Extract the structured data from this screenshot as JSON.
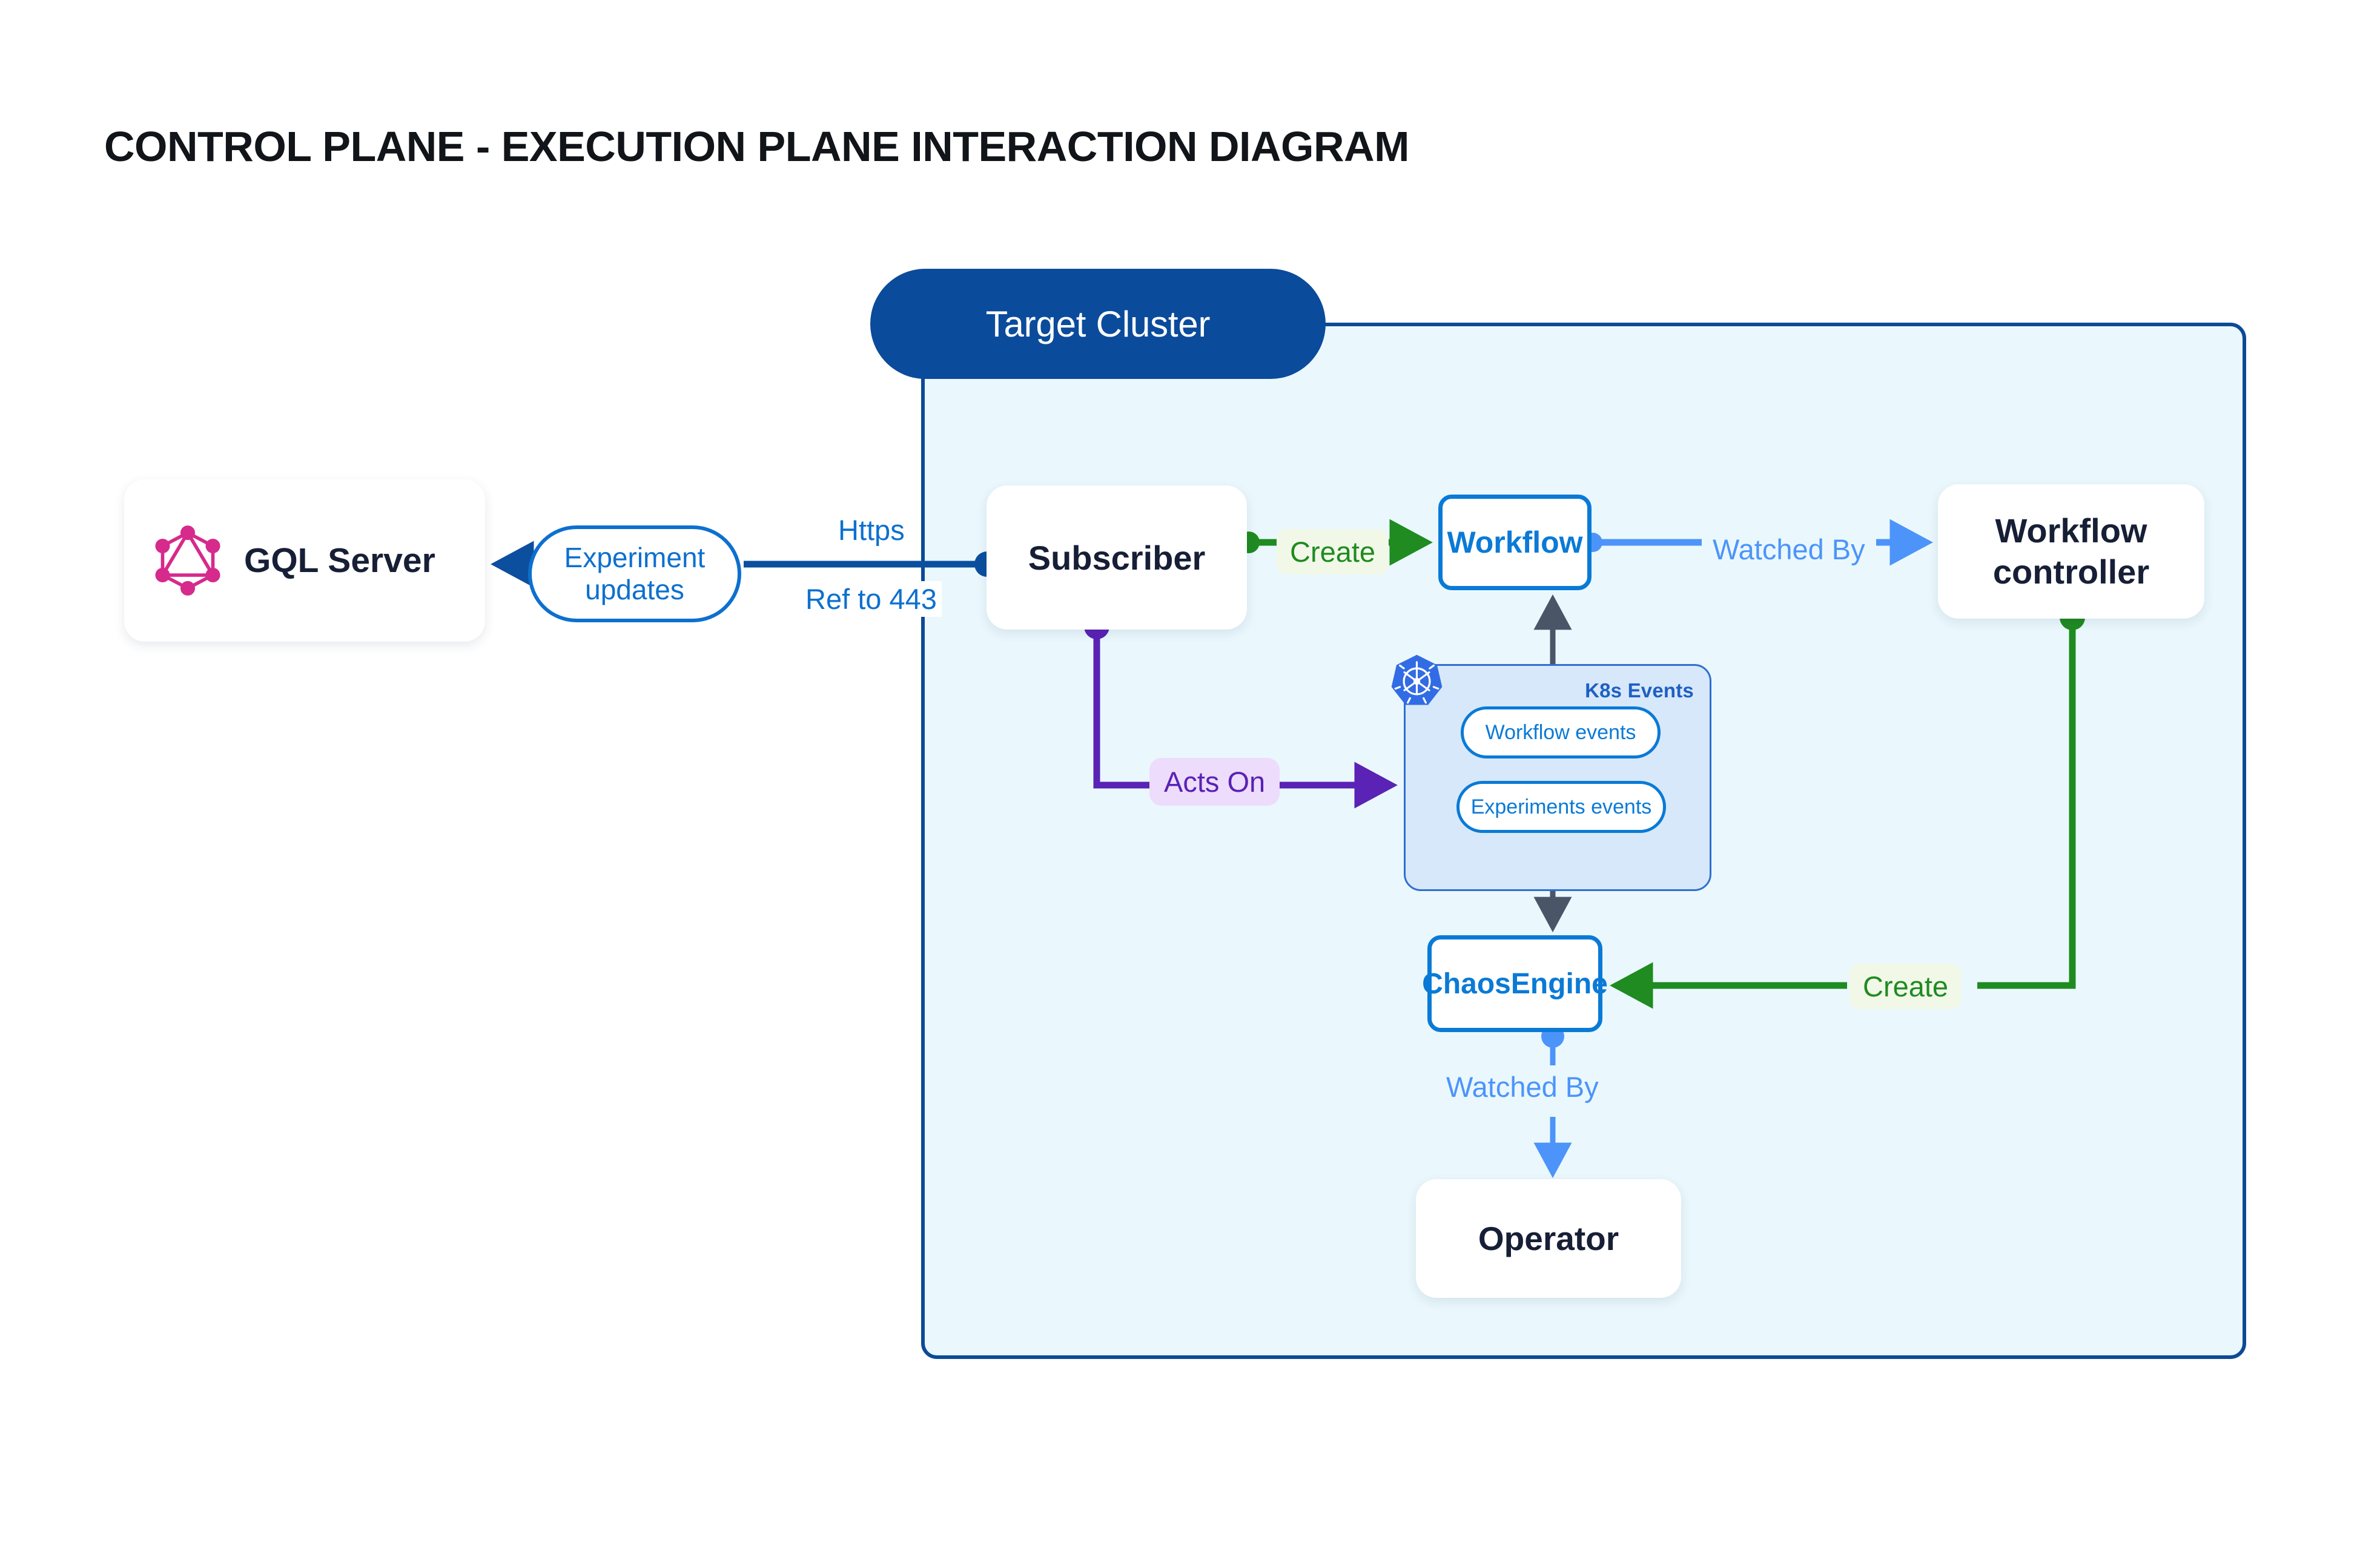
{
  "page": {
    "title": "CONTROL PLANE - EXECUTION PLANE INTERACTION DIAGRAM"
  },
  "cluster": {
    "title": "Target Cluster",
    "fill_color": "#eaf8fd",
    "border_color": "#0d4a96",
    "title_pill_color": "#0b4b9b"
  },
  "nodes": {
    "gql_server": {
      "label": "GQL Server",
      "icon": "graphql-logo",
      "icon_color": "#d62a8c",
      "text_color": "#161f36"
    },
    "subscriber": {
      "label": "Subscriber",
      "text_color": "#161f36"
    },
    "workflow": {
      "label": "Workflow",
      "text_color": "#0a7ad6",
      "border_color": "#0a7ad6"
    },
    "workflow_controller": {
      "label": "Workflow controller",
      "text_color": "#161f36"
    },
    "chaos_engine": {
      "label": "ChaosEngine",
      "text_color": "#0a7ad6",
      "border_color": "#0a7ad6"
    },
    "operator": {
      "label": "Operator",
      "text_color": "#161f36"
    }
  },
  "k8s_events": {
    "panel_title": "K8s Events",
    "icon": "kubernetes-logo",
    "icon_color": "#326ce5",
    "panel_fill": "#d7e8fa",
    "panel_border": "#2f6fd0",
    "pills": [
      {
        "label": "Workflow events"
      },
      {
        "label": "Experiments events"
      }
    ]
  },
  "edge_labels": {
    "experiment_updates_line1": "Experiment",
    "experiment_updates_line2": "updates",
    "https": "Https",
    "ref_to_443": "Ref to 443",
    "create_workflow": "Create",
    "watched_by_controller": "Watched By",
    "acts_on": "Acts On",
    "create_chaosengine": "Create",
    "watched_by_operator": "Watched By"
  },
  "edge_colors": {
    "blue_dark": "#0b4f9e",
    "blue_link": "#0d70cf",
    "green": "#1f8b21",
    "light_blue": "#4d94fa",
    "purple": "#5a22b5",
    "gray": "#4a5568"
  }
}
